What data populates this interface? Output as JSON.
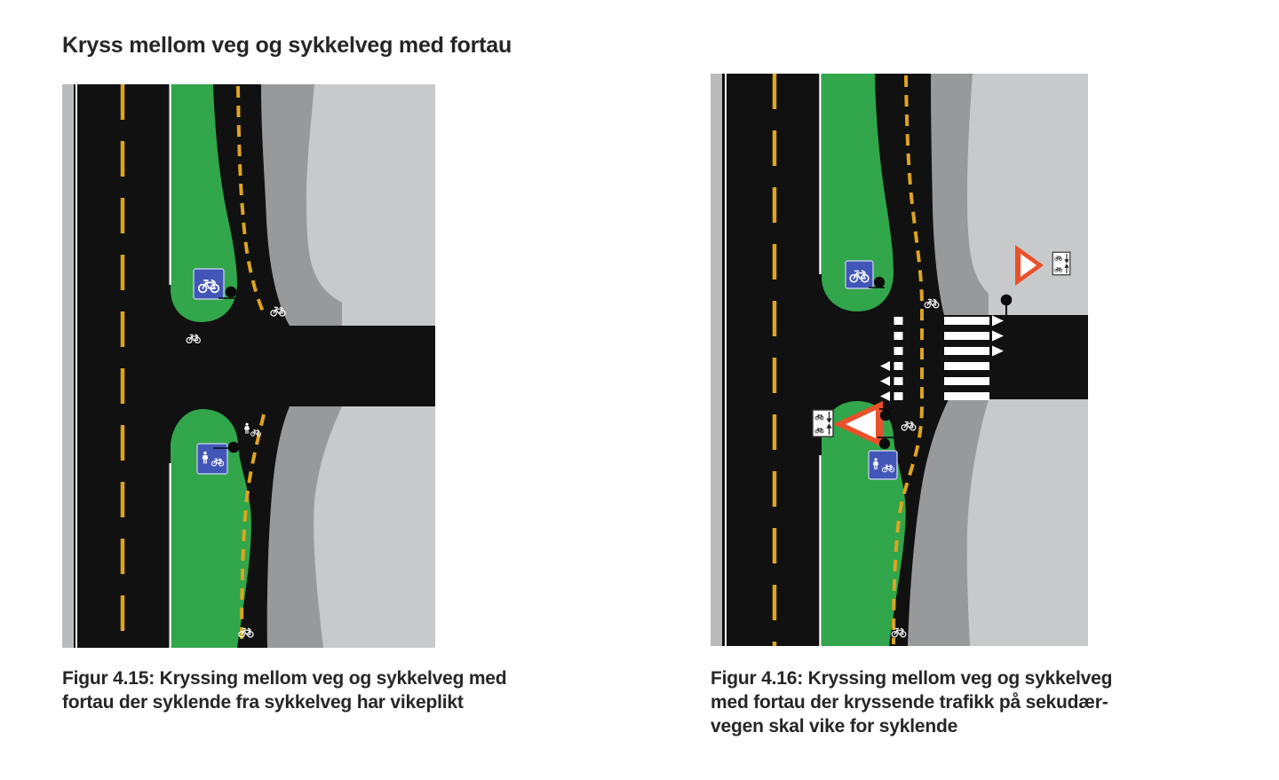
{
  "title": "Kryss mellom veg og sykkelveg med fortau",
  "figures": [
    {
      "name": "Figur 4.15",
      "caption_lines": [
        "Figur 4.15: Kryssing mellom veg og sykkelveg med",
        "fortau der syklende fra sykkelveg har vikeplikt"
      ],
      "icons": [
        "sykkelveg-sign",
        "gang-og-sykkelveg-sign",
        "sign-post-dot",
        "bicycle-road-marking",
        "pedestrian-bicycle-road-marking"
      ]
    },
    {
      "name": "Figur 4.16",
      "caption_lines": [
        "Figur 4.16: Kryssing mellom veg og sykkelveg",
        "med fortau der kryssende trafikk på sekudær-",
        "vegen skal vike for syklende"
      ],
      "icons": [
        "sykkelveg-sign",
        "gang-og-sykkelveg-sign",
        "vikeplikt-sign",
        "two-way-bicycle-panel",
        "sign-post-dot",
        "bicycle-road-marking",
        "crossing-bars",
        "crossing-squares",
        "crossing-direction-arrows"
      ]
    }
  ],
  "colors": {
    "road_black": "#111111",
    "green_verge": "#31a64a",
    "lane_marking_yellow": "#dda423",
    "sidewalk_gray": "#98999b",
    "background_gray": "#c8c9ca",
    "edge_strip_gray": "#babbbc",
    "sign_blue": "#4156b8",
    "give_way_orange": "#e8512c",
    "marking_white": "#ffffff",
    "text": "#262626",
    "page_background": "#ffffff"
  }
}
